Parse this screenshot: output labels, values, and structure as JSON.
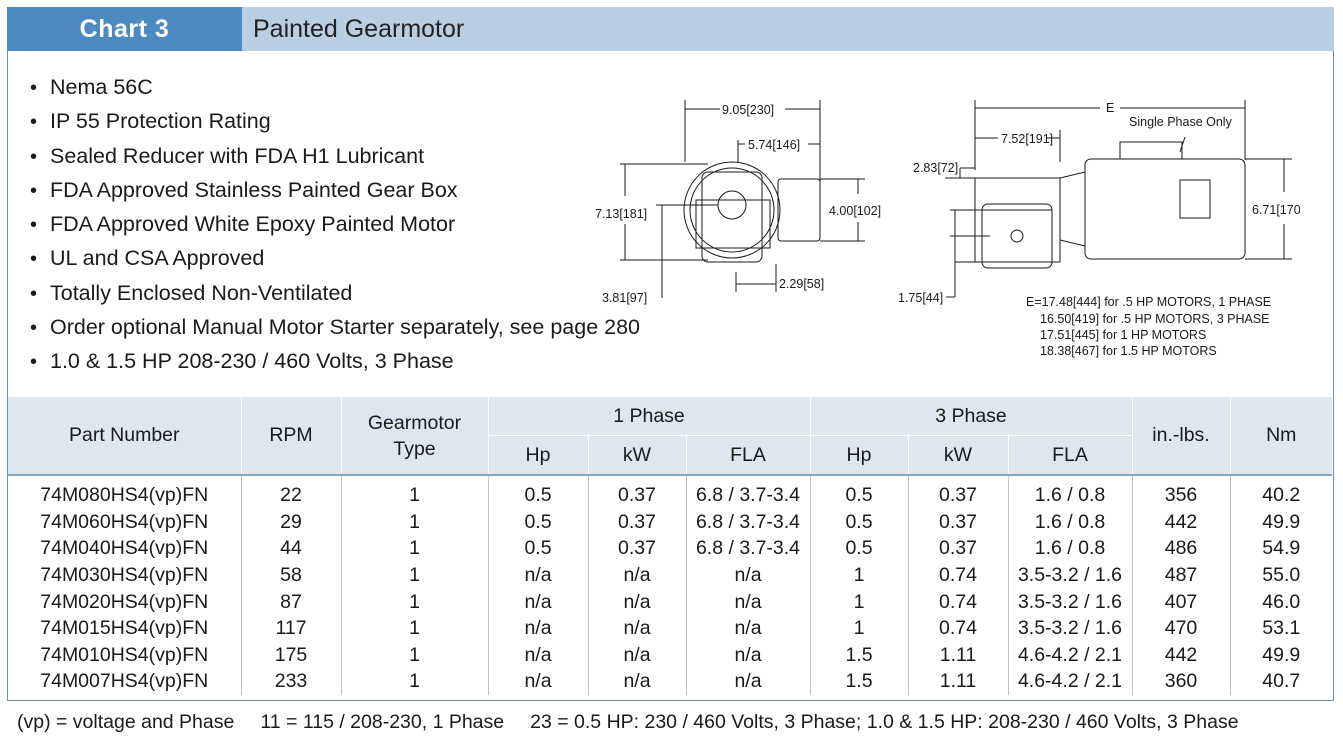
{
  "header": {
    "chart_label": "Chart 3",
    "title": "Painted Gearmotor"
  },
  "features": [
    "Nema 56C",
    "IP 55 Protection Rating",
    "Sealed Reducer with FDA H1 Lubricant",
    "FDA Approved Stainless Painted Gear Box",
    "FDA Approved White Epoxy Painted Motor",
    "UL and CSA Approved",
    "Totally Enclosed Non-Ventilated",
    "Order optional Manual Motor Starter separately, see page 280",
    "1.0 & 1.5 HP 208-230 / 460 Volts, 3 Phase"
  ],
  "drawing": {
    "front": {
      "width_overall": "9.05[230]",
      "width_motor": "5.74[146]",
      "height_overall": "7.13[181]",
      "height_motor": "4.00[102]",
      "shaft_height": "3.81[97]",
      "offset": "2.29[58]"
    },
    "side": {
      "length_label": "E",
      "single_phase_note": "Single Phase Only",
      "reducer_length": "7.52[191]",
      "shaft_offset": "2.83[72]",
      "height": "6.71[170]",
      "base_height": "1.75[44]",
      "e_notes": [
        "E=17.48[444] for .5 HP MOTORS, 1 PHASE",
        "16.50[419] for .5 HP MOTORS, 3 PHASE",
        "17.51[445] for 1 HP MOTORS",
        "18.38[467] for 1.5 HP MOTORS"
      ]
    }
  },
  "table": {
    "headers": {
      "part_number": "Part Number",
      "rpm": "RPM",
      "type": "Gearmotor Type",
      "phase1": "1 Phase",
      "phase3": "3 Phase",
      "torque_in": "in.-lbs.",
      "torque_nm": "Nm",
      "hp": "Hp",
      "kw": "kW",
      "fla": "FLA"
    },
    "rows": [
      [
        "74M080HS4(vp)FN",
        "22",
        "1",
        "0.5",
        "0.37",
        "6.8 / 3.7-3.4",
        "0.5",
        "0.37",
        "1.6 / 0.8",
        "356",
        "40.2"
      ],
      [
        "74M060HS4(vp)FN",
        "29",
        "1",
        "0.5",
        "0.37",
        "6.8 / 3.7-3.4",
        "0.5",
        "0.37",
        "1.6 / 0.8",
        "442",
        "49.9"
      ],
      [
        "74M040HS4(vp)FN",
        "44",
        "1",
        "0.5",
        "0.37",
        "6.8 / 3.7-3.4",
        "0.5",
        "0.37",
        "1.6 / 0.8",
        "486",
        "54.9"
      ],
      [
        "74M030HS4(vp)FN",
        "58",
        "1",
        "n/a",
        "n/a",
        "n/a",
        "1",
        "0.74",
        "3.5-3.2 / 1.6",
        "487",
        "55.0"
      ],
      [
        "74M020HS4(vp)FN",
        "87",
        "1",
        "n/a",
        "n/a",
        "n/a",
        "1",
        "0.74",
        "3.5-3.2 / 1.6",
        "407",
        "46.0"
      ],
      [
        "74M015HS4(vp)FN",
        "117",
        "1",
        "n/a",
        "n/a",
        "n/a",
        "1",
        "0.74",
        "3.5-3.2 / 1.6",
        "470",
        "53.1"
      ],
      [
        "74M010HS4(vp)FN",
        "175",
        "1",
        "n/a",
        "n/a",
        "n/a",
        "1.5",
        "1.11",
        "4.6-4.2 / 2.1",
        "442",
        "49.9"
      ],
      [
        "74M007HS4(vp)FN",
        "233",
        "1",
        "n/a",
        "n/a",
        "n/a",
        "1.5",
        "1.11",
        "4.6-4.2 / 2.1",
        "360",
        "40.7"
      ]
    ]
  },
  "footnote": {
    "vp": "(vp) = voltage and Phase",
    "code11": "11 = 115 / 208-230, 1 Phase",
    "code23": "23 = 0.5 HP:  230 / 460 Volts, 3 Phase;  1.0 & 1.5 HP:  208-230 / 460 Volts, 3 Phase"
  }
}
